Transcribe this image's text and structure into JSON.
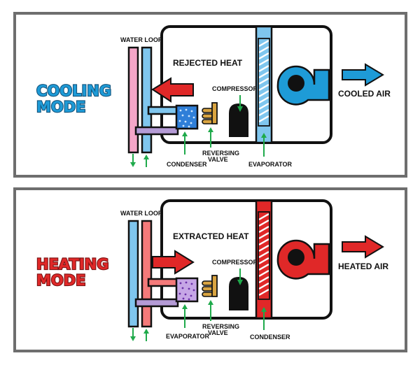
{
  "colors": {
    "frame": "#6e6e6e",
    "outline": "#111111",
    "green": "#1faa4b",
    "cool": "#1e9bd7",
    "heat": "#e02828",
    "pink": "#f4a6c8",
    "light_blue": "#7fc6ee",
    "brass": "#d9a441",
    "purple": "#b59bd6",
    "dark": "#111111"
  },
  "panels": [
    {
      "mode_line1": "COOLING",
      "mode_line2": "MODE",
      "mode_color": "#1e9bd7",
      "water_loop": "WATER LOOP",
      "heat_label": "REJECTED HEAT",
      "heat_arrow_direction": "left",
      "compressor": "COMPRESSOR",
      "reversing_line1": "REVERSING",
      "reversing_line2": "VALVE",
      "left_coil_label": "CONDENSER",
      "right_coil_label": "EVAPORATOR",
      "air_label": "COOLED AIR",
      "accent_color": "#1e9bd7",
      "right_coil_icon": "evaporator-coil-icon",
      "left_coil_icon": "condenser-coil-icon"
    },
    {
      "mode_line1": "HEATING",
      "mode_line2": "MODE",
      "mode_color": "#e02828",
      "water_loop": "WATER LOOP",
      "heat_label": "EXTRACTED HEAT",
      "heat_arrow_direction": "right",
      "compressor": "COMPRESSOR",
      "reversing_line1": "REVERSING",
      "reversing_line2": "VALVE",
      "left_coil_label": "EVAPORATOR",
      "right_coil_label": "CONDENSER",
      "air_label": "HEATED AIR",
      "accent_color": "#e02828",
      "right_coil_icon": "condenser-coil-icon",
      "left_coil_icon": "evaporator-coil-icon"
    }
  ]
}
